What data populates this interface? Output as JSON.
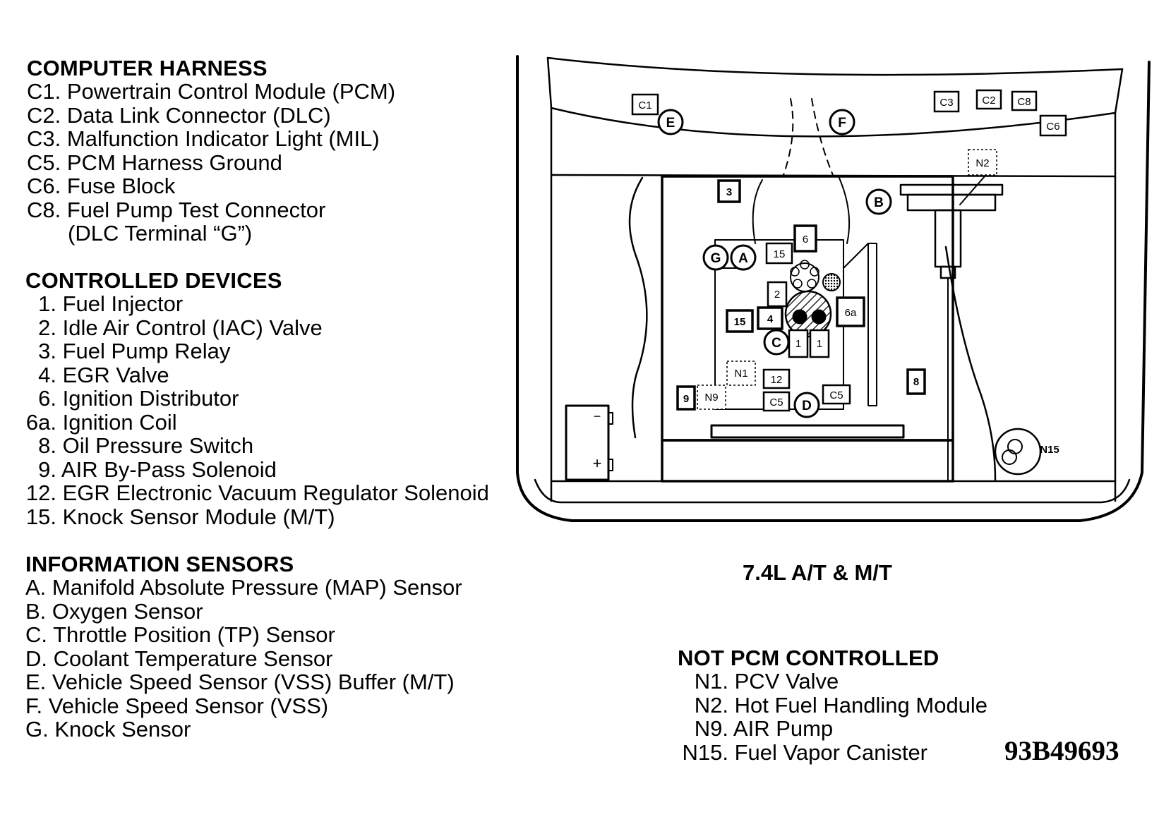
{
  "computer_harness": {
    "heading": "COMPUTER HARNESS",
    "items": [
      {
        "code": "C1.",
        "label": "Powertrain Control Module (PCM)"
      },
      {
        "code": "C2.",
        "label": "Data Link Connector (DLC)"
      },
      {
        "code": "C3.",
        "label": "Malfunction Indicator Light (MIL)"
      },
      {
        "code": "C5.",
        "label": "PCM Harness Ground"
      },
      {
        "code": "C6.",
        "label": "Fuse Block"
      },
      {
        "code": "C8.",
        "label": "Fuel Pump Test Connector"
      },
      {
        "code": "",
        "label": "(DLC Terminal “G”)"
      }
    ]
  },
  "controlled_devices": {
    "heading": "CONTROLLED DEVICES",
    "items": [
      {
        "code": "1.",
        "label": "Fuel Injector"
      },
      {
        "code": "2.",
        "label": "Idle Air Control (IAC) Valve"
      },
      {
        "code": "3.",
        "label": "Fuel Pump Relay"
      },
      {
        "code": "4.",
        "label": "EGR Valve"
      },
      {
        "code": "6.",
        "label": "Ignition Distributor"
      },
      {
        "code": "6a.",
        "label": "Ignition Coil"
      },
      {
        "code": "8.",
        "label": "Oil Pressure Switch"
      },
      {
        "code": "9.",
        "label": "AIR By-Pass Solenoid"
      },
      {
        "code": "12.",
        "label": "EGR Electronic Vacuum Regulator Solenoid"
      },
      {
        "code": "15.",
        "label": "Knock Sensor Module (M/T)"
      }
    ]
  },
  "information_sensors": {
    "heading": "INFORMATION SENSORS",
    "items": [
      {
        "code": "A.",
        "label": "Manifold Absolute Pressure (MAP) Sensor"
      },
      {
        "code": "B.",
        "label": "Oxygen Sensor"
      },
      {
        "code": "C.",
        "label": "Throttle Position (TP) Sensor"
      },
      {
        "code": "D.",
        "label": "Coolant Temperature Sensor"
      },
      {
        "code": "E.",
        "label": "Vehicle Speed Sensor (VSS) Buffer (M/T)"
      },
      {
        "code": "F.",
        "label": "Vehicle Speed Sensor (VSS)"
      },
      {
        "code": "G.",
        "label": "Knock Sensor"
      }
    ]
  },
  "not_pcm_controlled": {
    "heading": "NOT PCM CONTROLLED",
    "items": [
      {
        "code": "N1.",
        "label": "PCV Valve"
      },
      {
        "code": "N2.",
        "label": "Hot Fuel Handling Module"
      },
      {
        "code": "N9.",
        "label": "AIR Pump"
      },
      {
        "code": "N15.",
        "label": "Fuel Vapor Canister"
      }
    ]
  },
  "engine_caption": "7.4L A/T & M/T",
  "figure_id": "93B49693",
  "diagram_labels": {
    "c1": "C1",
    "c2": "C2",
    "c3": "C3",
    "c5_left": "C5",
    "c5_right": "C5",
    "c6": "C6",
    "c8": "C8",
    "n1": "N1",
    "n2": "N2",
    "n9": "N9",
    "n15": "N15",
    "num_3": "3",
    "num_6": "6",
    "num_15_top": "15",
    "num_2": "2",
    "num_6a": "6a",
    "num_15": "15",
    "num_4": "4",
    "num_1_left": "1",
    "num_1_right": "1",
    "num_12": "12",
    "num_9": "9",
    "num_8": "8",
    "circle_a": "A",
    "circle_b": "B",
    "circle_c": "C",
    "circle_d": "D",
    "circle_e": "E",
    "circle_f": "F",
    "circle_g": "G",
    "battery_minus": "−",
    "battery_plus": "+"
  }
}
